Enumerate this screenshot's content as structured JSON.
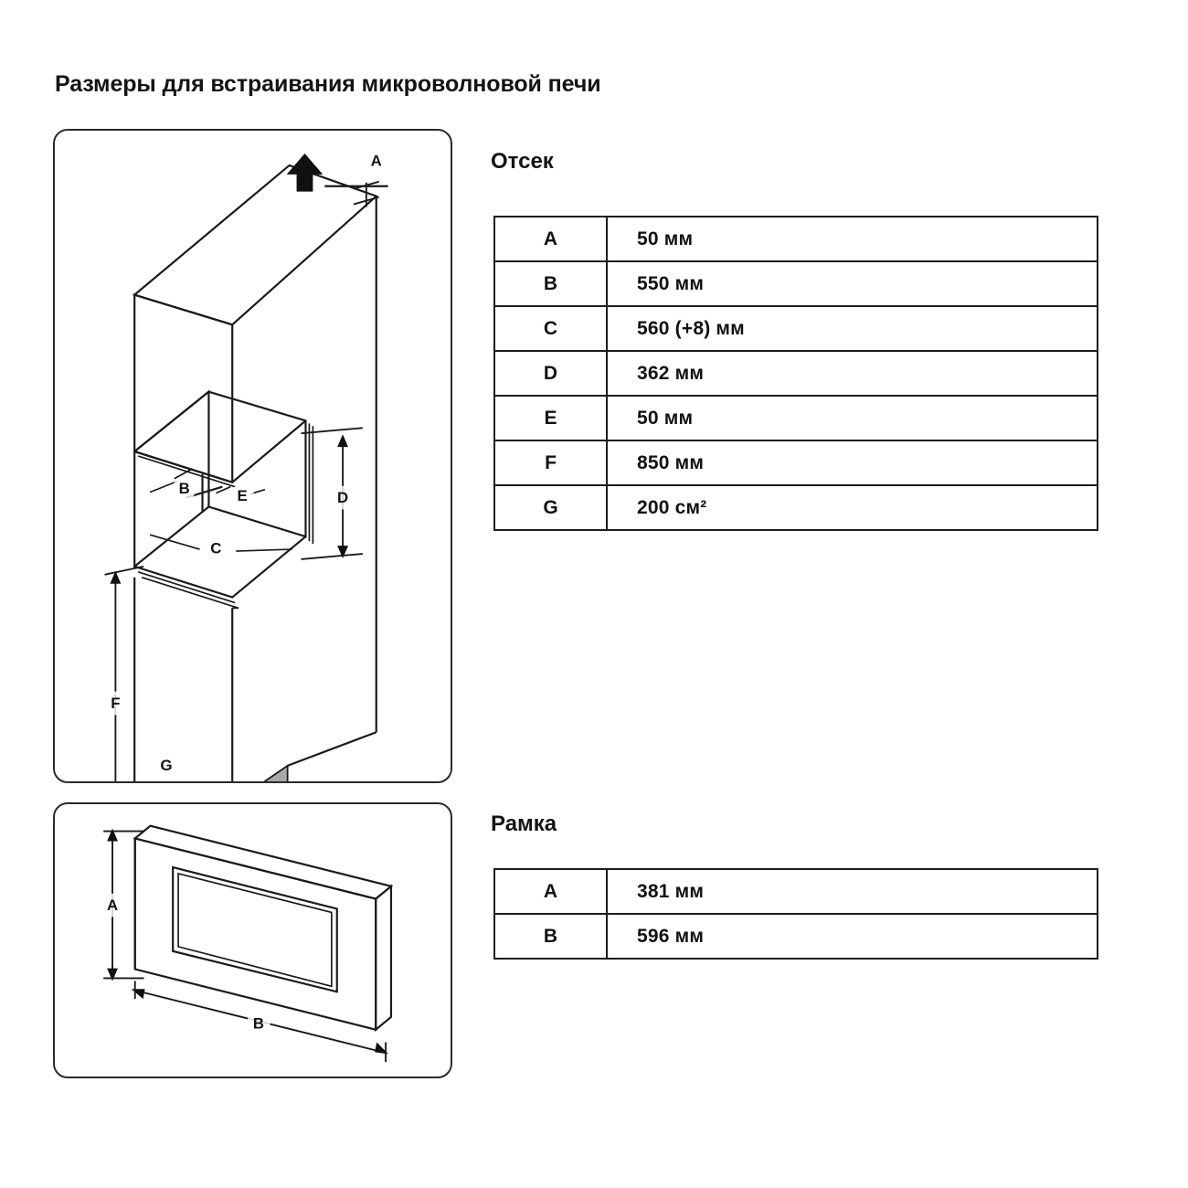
{
  "page": {
    "title": "Размеры для встраивания микроволновой печи"
  },
  "sections": {
    "compartment": {
      "heading": "Отсек",
      "rows": [
        {
          "key": "A",
          "value": "50 мм"
        },
        {
          "key": "B",
          "value": "550 мм"
        },
        {
          "key": "C",
          "value": "560 (+8) мм"
        },
        {
          "key": "D",
          "value": "362 мм"
        },
        {
          "key": "E",
          "value": "50 мм"
        },
        {
          "key": "F",
          "value": "850 мм"
        },
        {
          "key": "G",
          "value": "200 см²"
        }
      ]
    },
    "frame": {
      "heading": "Рамка",
      "rows": [
        {
          "key": "A",
          "value": "381 мм"
        },
        {
          "key": "B",
          "value": "596 мм"
        }
      ]
    }
  },
  "diagrams": {
    "niche": {
      "callouts": {
        "a": "A",
        "b": "B",
        "c": "C",
        "d": "D",
        "e": "E",
        "f": "F",
        "g": "G"
      }
    },
    "frame": {
      "callouts": {
        "a": "A",
        "b": "B"
      }
    }
  },
  "colors": {
    "line": "#1a1a1a",
    "vent_fill": "#a9a9a9",
    "panel_border": "#2b2b2b",
    "text": "#141414"
  }
}
